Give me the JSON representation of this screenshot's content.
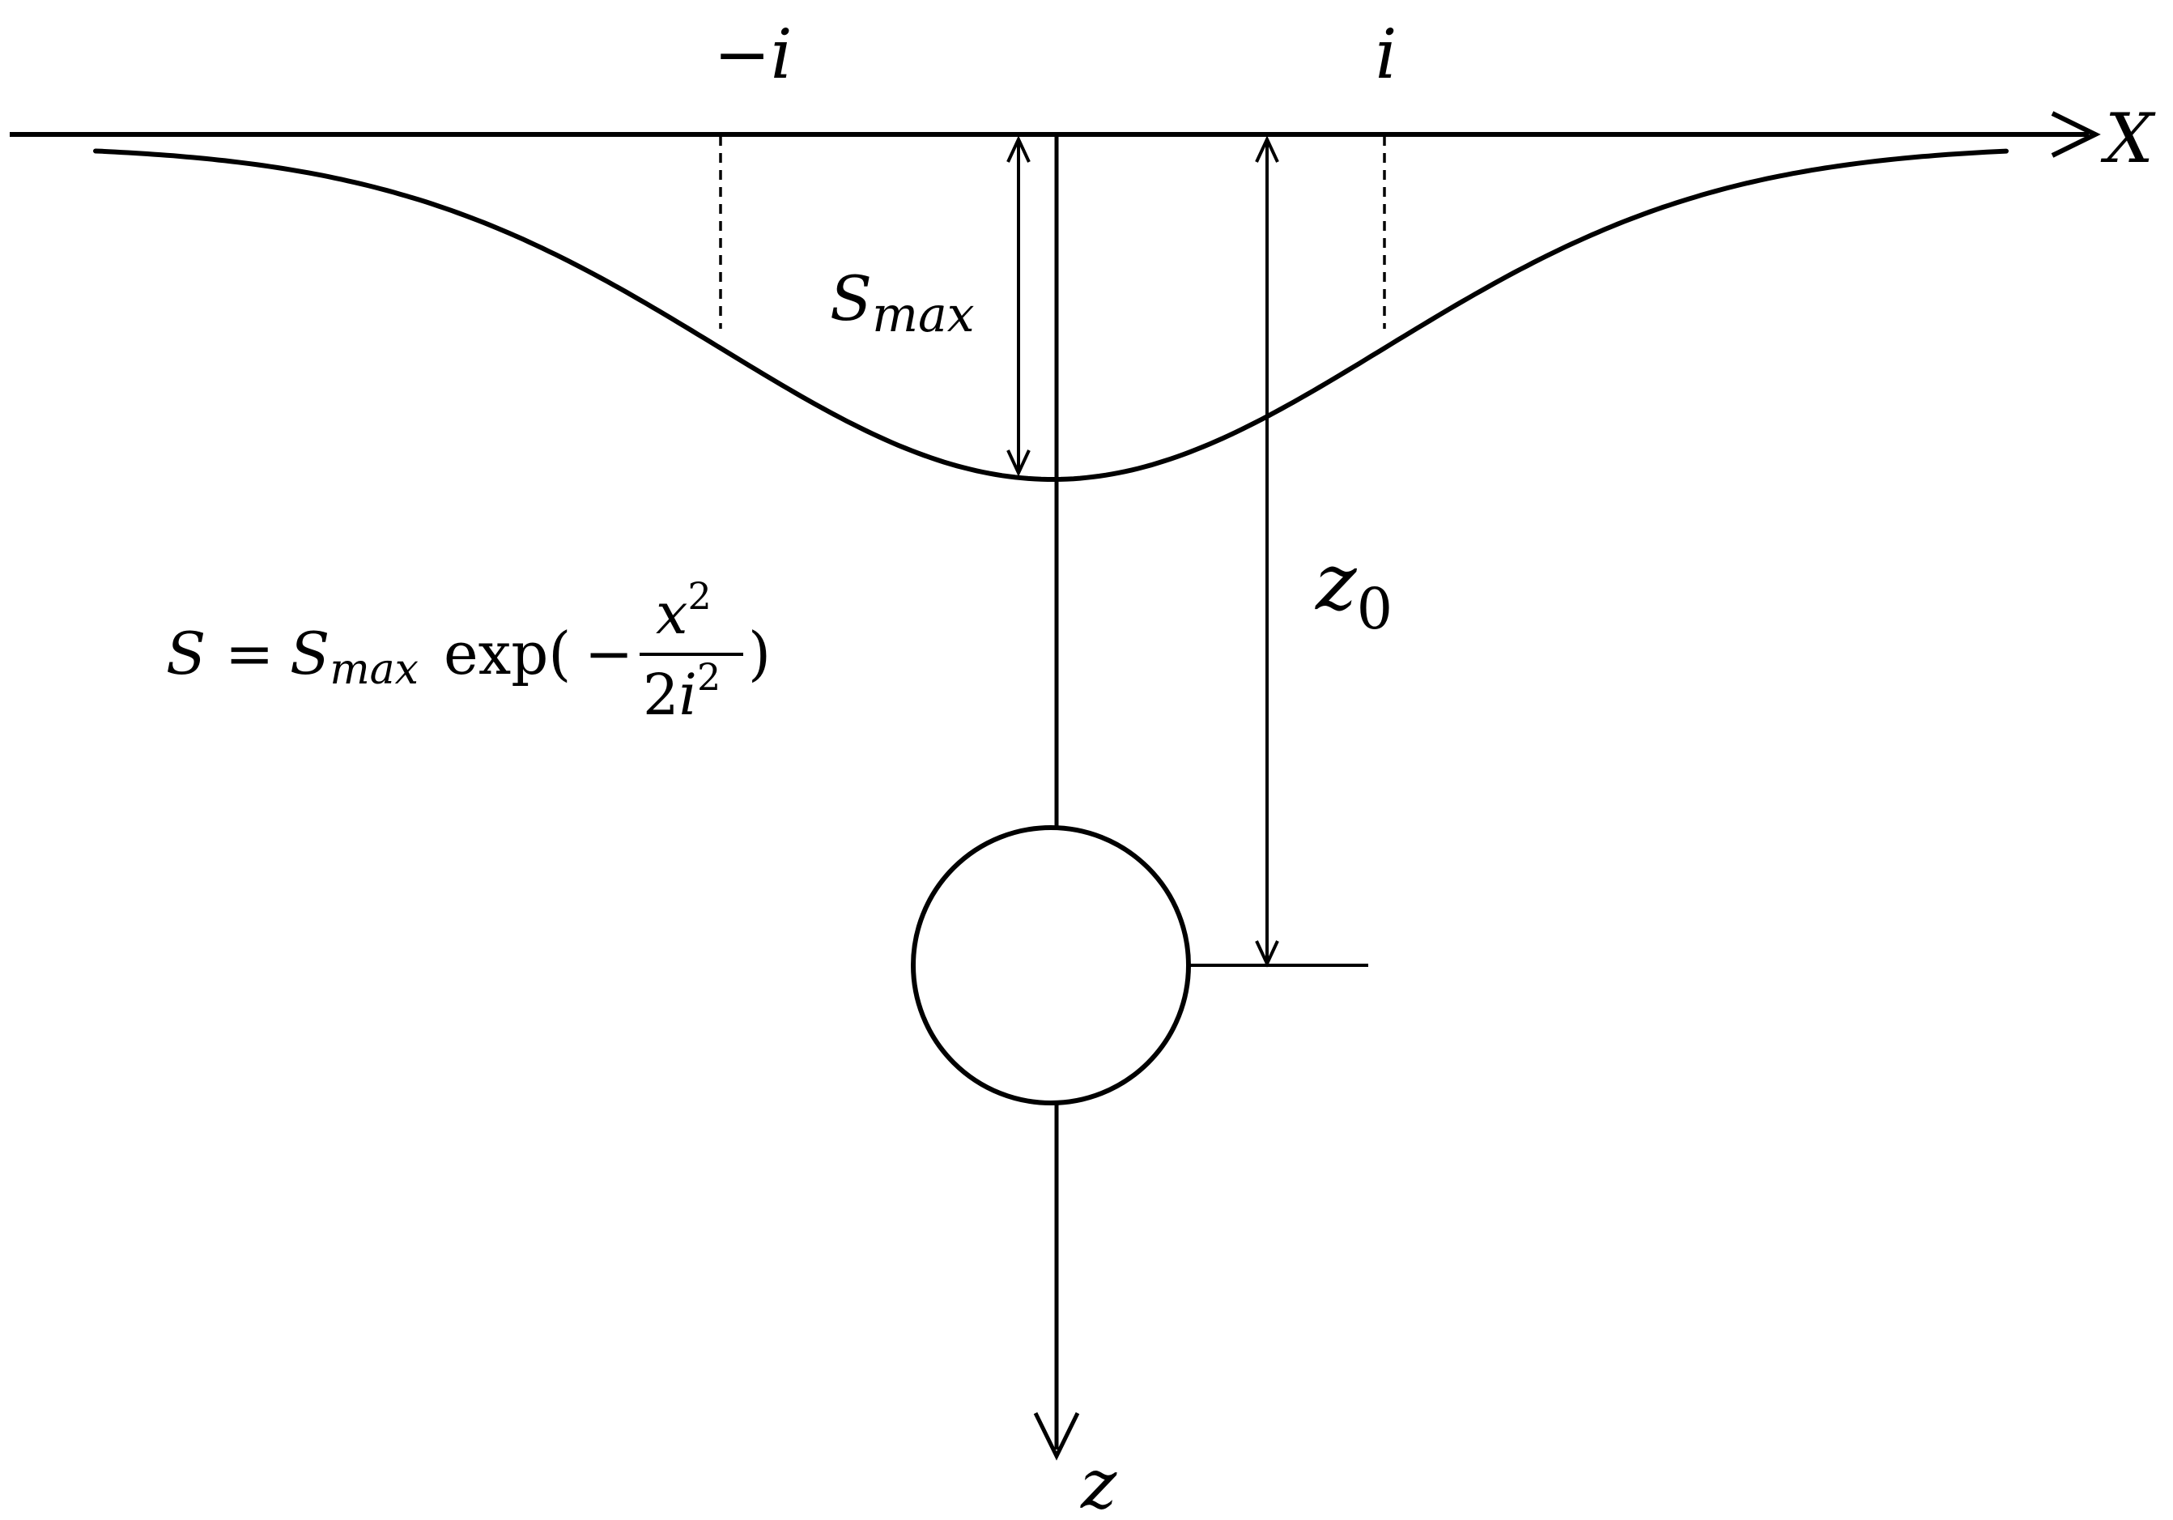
{
  "labels": {
    "x_axis": "X",
    "z_axis": "z",
    "neg_i": "−i",
    "pos_i": "i",
    "smax": {
      "base": "S",
      "sub": "max"
    },
    "z0": {
      "base": "z",
      "sub": "0"
    }
  },
  "formula": {
    "lhs": "S",
    "eq": "=",
    "s_base": "S",
    "s_sub": "max",
    "func": "exp(",
    "minus": "−",
    "num_base": "x",
    "num_exp": "2",
    "den_coef": "2",
    "den_base": "i",
    "den_exp": "2",
    "close": ")"
  },
  "colors": {
    "stroke": "#000000",
    "background": "#ffffff"
  }
}
